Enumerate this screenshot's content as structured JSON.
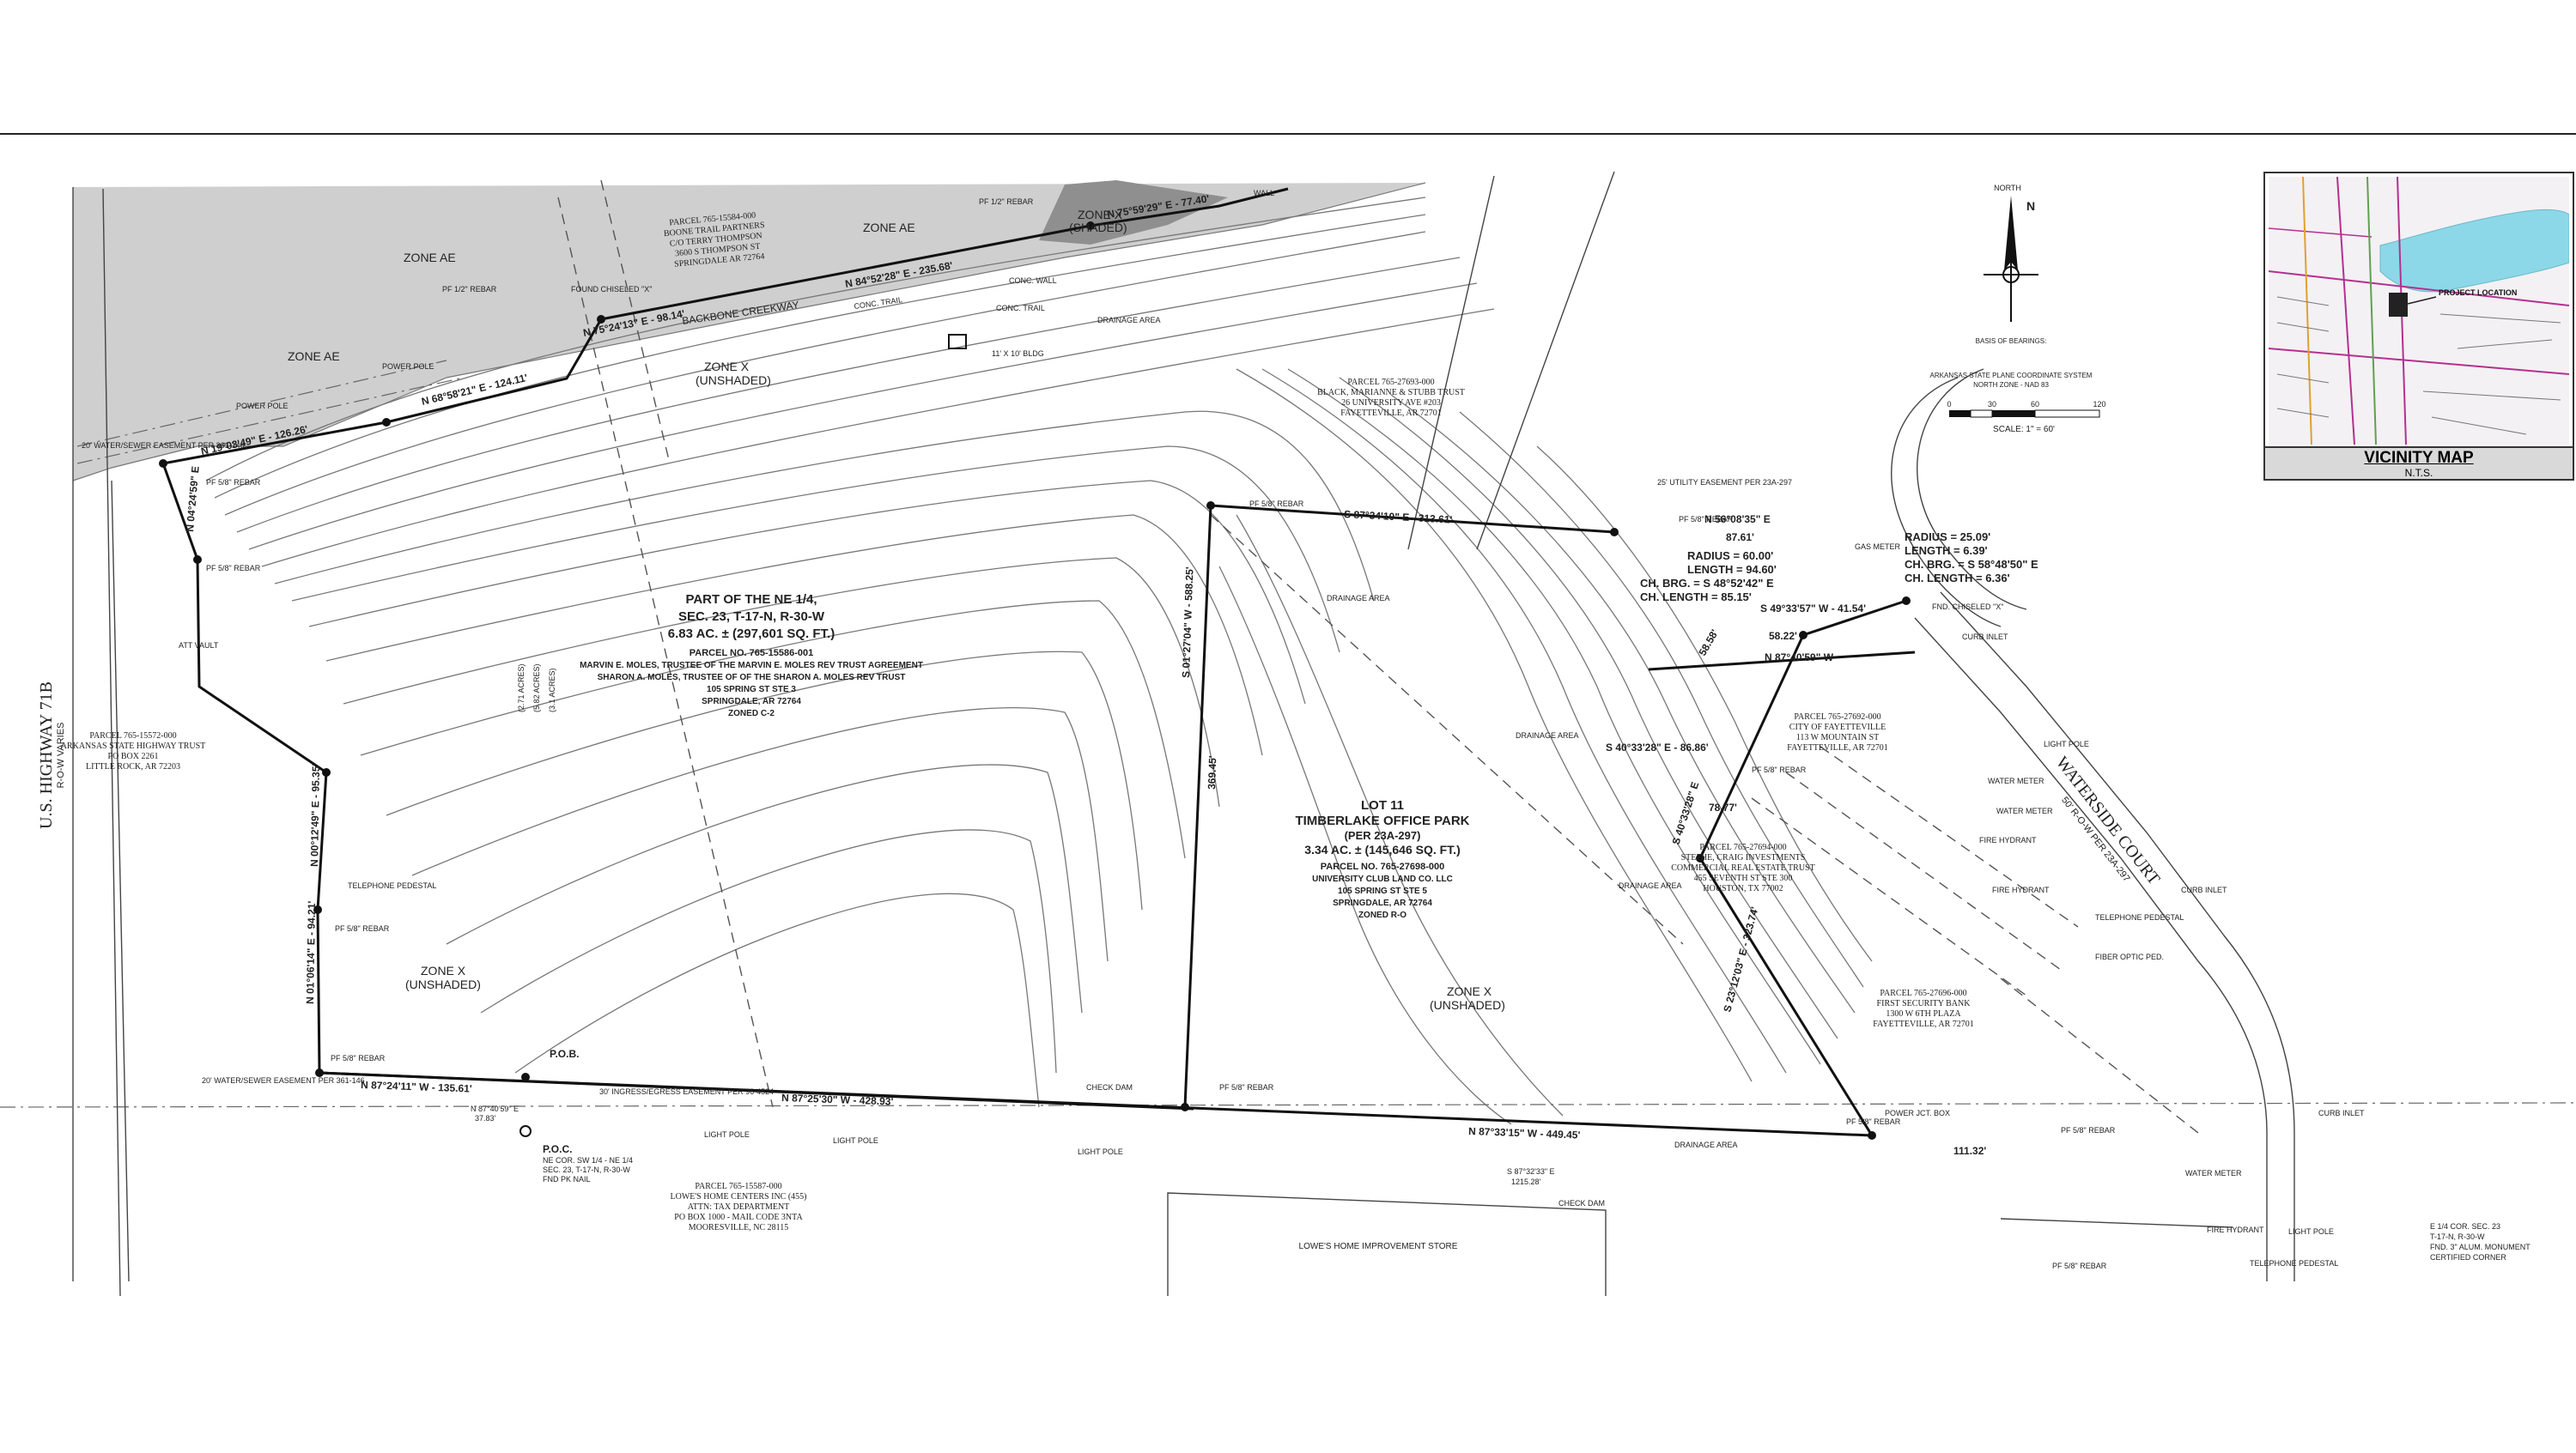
{
  "vicinity_map": {
    "title": "VICINITY MAP",
    "subtitle": "N.T.S.",
    "project_label": "PROJECT LOCATION"
  },
  "roads": {
    "highway": "U.S. HIGHWAY 71B",
    "highway_row": "R-O-W VARIES",
    "court": "WATERSIDE COURT",
    "court_row": "50' R-O-W PER 23A-297"
  },
  "zones": {
    "ae_1": "ZONE AE",
    "ae_2": "ZONE AE",
    "ae_3": "ZONE AE",
    "x_shaded": "ZONE X",
    "x_shaded_sub": "(SHADED)",
    "x_unshaded_1": "ZONE X",
    "x_unshaded_1_sub": "(UNSHADED)",
    "x_unshaded_2": "ZONE X",
    "x_unshaded_2_sub": "(UNSHADED)",
    "x_unshaded_3": "ZONE X",
    "x_unshaded_3_sub": "(UNSHADED)"
  },
  "tract_main": {
    "line1": "PART OF THE NE 1/4,",
    "line2": "SEC. 23, T-17-N, R-30-W",
    "line3": "6.83 AC. ± (297,601 SQ. FT.)",
    "line4": "PARCEL NO. 765-15586-001",
    "line5": "MARVIN E. MOLES, TRUSTEE OF THE MARVIN E. MOLES REV TRUST AGREEMENT",
    "line6": "SHARON A. MOLES, TRUSTEE OF OF THE SHARON A. MOLES REV TRUST",
    "line7": "105 SPRING ST STE 3",
    "line8": "SPRINGDALE, AR 72764",
    "line9": "ZONED C-2"
  },
  "tract_lot11": {
    "line1": "LOT 11",
    "line2": "TIMBERLAKE OFFICE PARK",
    "line3": "(PER 23A-297)",
    "line4": "3.34 AC. ± (145,646 SQ. FT.)",
    "line5": "PARCEL NO. 765-27698-000",
    "line6": "UNIVERSITY CLUB LAND CO. LLC",
    "line7": "105 SPRING ST STE 5",
    "line8": "SPRINGDALE, AR 72764",
    "line9": "ZONED R-O"
  },
  "bearings": {
    "b1": "N 19°03'49\" E - 126.26'",
    "b2": "N 68°58'21\" E - 124.11'",
    "b3": "N 75°24'13\" E - 98.14'",
    "b4": "N 84°52'28\" E - 235.68'",
    "b5": "N 75°59'29\" E - 77.40'",
    "b6": "S 87°34'10\" E - 313.61'",
    "b7": "S 01°27'04\" W - 588.25'",
    "b8": "N 87°25'30\" W - 428.93'",
    "b9": "N 87°24'11\" W - 135.61'",
    "b10": "N 87°33'15\" W - 449.45'",
    "b11": "S 23°12'03\" E - 323.74'",
    "b12": "S 40°33'28\" E",
    "b13": "N 56°08'35\" E",
    "b14": "S 40°33'28\" E - 86.86'",
    "b15": "N 87°40'59\" W",
    "b16": "S 49°33'57\" W - 41.54'",
    "b17": "N 01°06'14\" E - 94.21'",
    "b18": "N 00°12'49\" E - 95.35'",
    "b19": "N 04°24'59\" E",
    "d_369": "369.45'",
    "d_87": "87.61'",
    "d_58": "58.22'",
    "d_58b": "58.58'",
    "d_78": "78.77'",
    "d_111": "111.32'"
  },
  "curves": {
    "c1_radius": "RADIUS = 25.09'",
    "c1_length": "LENGTH = 6.39'",
    "c1_chbrg": "CH. BRG. = S 58°48'50\" E",
    "c1_chlen": "CH. LENGTH = 6.36'",
    "c2_radius": "RADIUS = 60.00'",
    "c2_length": "LENGTH = 94.60'",
    "c2_chbrg": "CH. BRG. = S 48°52'42\" E",
    "c2_chlen": "CH. LENGTH = 85.15'"
  },
  "parcels": {
    "p_north_1": "PARCEL 765-15584-000",
    "p_north_2": "BOONE TRAIL PARTNERS",
    "p_north_3": "C/O TERRY THOMPSON",
    "p_north_4": "3600 S THOMPSON ST",
    "p_north_5": "SPRINGDALE AR 72764",
    "p_ne_1": "PARCEL 765-27693-000",
    "p_ne_2": "BLACK, MARIANNE & STUBB TRUST",
    "p_ne_3": "26 UNIVERSITY AVE #203",
    "p_ne_4": "FAYETTEVILLE, AR 72701",
    "p_west_1": "PARCEL 765-15572-000",
    "p_west_2": "ARKANSAS STATE HIGHWAY TRUST",
    "p_west_3": "PO BOX 2261",
    "p_west_4": "LITTLE ROCK, AR 72203",
    "p_south_1": "PARCEL 765-15587-000",
    "p_south_2": "LOWE'S HOME CENTERS INC (455)",
    "p_south_3": "ATTN: TAX DEPARTMENT",
    "p_south_4": "PO BOX 1000 - MAIL CODE 3NTA",
    "p_south_5": "MOORESVILLE, NC 28115",
    "p_city_1": "PARCEL 765-27692-000",
    "p_city_2": "CITY OF FAYETTEVILLE",
    "p_city_3": "113 W MOUNTAIN ST",
    "p_city_4": "FAYETTEVILLE, AR 72701",
    "p_stephe_1": "PARCEL 765-27694-000",
    "p_stephe_2": "STEPHE, CRAIG INVESTMENTS",
    "p_stephe_3": "COMMERCIAL REAL ESTATE TRUST",
    "p_stephe_4": "455 SEVENTH ST STE 300",
    "p_stephe_5": "HOUSTON, TX 77002",
    "p_first_1": "PARCEL 765-27696-000",
    "p_first_2": "FIRST SECURITY BANK",
    "p_first_3": "1300 W 6TH PLAZA",
    "p_first_4": "FAYETTEVILLE, AR 72701",
    "lowes_store": "LOWE'S HOME IMPROVEMENT STORE"
  },
  "annotations": {
    "pob": "P.O.B.",
    "poc": "P.O.C.",
    "poc_2": "NE COR. SW 1/4 - NE 1/4",
    "poc_3": "SEC. 23, T-17-N, R-30-W",
    "poc_4": "FND PK NAIL",
    "backbone_creek": "BACKBONE CREEKWAY",
    "conc_trail_1": "CONC. TRAIL",
    "conc_trail_2": "CONC. TRAIL",
    "conc_wall": "CONC. WALL",
    "wall": "WALL",
    "drainage_1": "DRAINAGE AREA",
    "drainage_2": "DRAINAGE AREA",
    "drainage_3": "DRAINAGE AREA",
    "drainage_4": "DRAINAGE AREA",
    "drainage_5": "DRAINAGE AREA",
    "check_dam_1": "CHECK DAM",
    "check_dam_2": "CHECK DAM",
    "bldg": "11' X 10' BLDG",
    "found_chiseled": "FOUND CHISELED \"X\"",
    "fnd_chiseled_2": "FND. CHISELED \"X\"",
    "power_pole_1": "POWER POLE",
    "power_pole_2": "POWER POLE",
    "light_pole_1": "LIGHT POLE",
    "light_pole_2": "LIGHT POLE",
    "light_pole_3": "LIGHT POLE",
    "light_pole_4": "LIGHT POLE",
    "light_pole_5": "LIGHT POLE",
    "fire_hydrant_1": "FIRE HYDRANT",
    "fire_hydrant_2": "FIRE HYDRANT",
    "fire_hydrant_3": "FIRE HYDRANT",
    "water_meter_1": "WATER METER",
    "water_meter_2": "WATER METER",
    "water_meter_3": "WATER METER",
    "gas_meter": "GAS METER",
    "power_jct": "POWER JCT. BOX",
    "tel_ped_1": "TELEPHONE PEDESTAL",
    "tel_ped_2": "TELEPHONE PEDESTAL",
    "tel_ped_3": "TELEPHONE PEDESTAL",
    "fiber_optic": "FIBER OPTIC PED.",
    "curb_inlet_1": "CURB INLET",
    "curb_inlet_2": "CURB INLET",
    "curb_inlet_3": "CURB INLET",
    "att_vault": "ATT VAULT",
    "rebar_1": "PF 1/2\" REBAR",
    "rebar_2": "PF 5/8\" REBAR",
    "rebar_3": "PF 5/8\" REBAR",
    "rebar_4": "PF 5/8\" REBAR",
    "rebar_5": "PF 5/8\" REBAR",
    "rebar_6": "PF 5/8\" REBAR",
    "rebar_7": "PF 1/2\" REBAR",
    "rebar_8": "PF 5/8\" REBAR",
    "rebar_9": "PF 5/8\" REBAR",
    "rebar_10": "PF 5/8\" REBAR",
    "rebar_11": "PF 5/8\" REBAR",
    "rebar_12": "PF 5/8\" REBAR",
    "rebar_13": "PF 5/8\" REBAR",
    "easement_1": "20' WATER/SEWER EASEMENT PER 361-146",
    "easement_2": "20' WATER/SEWER EASEMENT PER 361-146",
    "easement_3": "25' UTILITY EASEMENT PER 23A-297",
    "easement_4": "30' INGRESS/EGRESS EASEMENT PER 96-4524",
    "dist_north_1": "N 87°40'59\" E",
    "dist_north_2": "37.83'",
    "dist_south_1": "S 87°32'33\" E",
    "dist_south_2": "1215.28'",
    "ne_cor_1": "E 1/4 COR. SEC. 23",
    "ne_cor_2": "T-17-N, R-30-W",
    "ne_cor_3": "FND. 3\" ALUM. MONUMENT",
    "ne_cor_4": "CERTIFIED CORNER",
    "acreage_left_1": "(2.71 ACRES)",
    "acreage_left_2": "(5.82 ACRES)",
    "acreage_left_3": "(3.1 ACRES)"
  },
  "north_arrow": {
    "label_top": "NORTH",
    "label_n": "N",
    "note_1": "BASIS OF BEARINGS:",
    "note_2": "ARKANSAS STATE PLANE COORDINATE SYSTEM",
    "note_3": "NORTH ZONE - NAD 83",
    "scale_text": "SCALE: 1\" = 60'",
    "scale_0": "0",
    "scale_30": "30",
    "scale_60": "60",
    "scale_120": "120"
  },
  "colors": {
    "floodplain": "#c9c9c9",
    "floodplain_dark": "#8a8a8a",
    "boundary": "#111111",
    "contour": "#777777",
    "vicinity_water": "#8cd8e8",
    "vicinity_roads": "#b4308f"
  }
}
